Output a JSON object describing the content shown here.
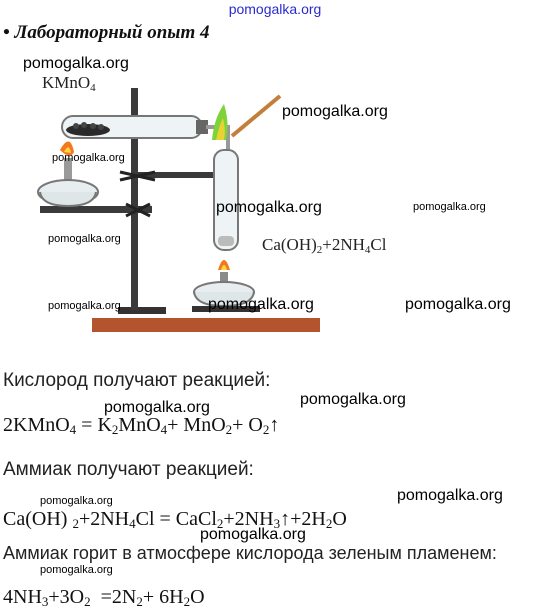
{
  "watermark_top": "pomogalka.org",
  "title": "• Лабораторный опыт 4",
  "watermark": "pomogalka.org",
  "figure": {
    "label_kmno4": {
      "k": "KMnO",
      "n": "4"
    },
    "label_reagents": {
      "a": "Ca(OH)",
      "a_sub": "2",
      "b": "+2NH",
      "b_sub": "4",
      "c": "Cl"
    }
  },
  "oxygen": {
    "heading": "Кислород получают реакцией:",
    "eq": {
      "p1": "2KMnO",
      "s1": "4",
      "p2": " = K",
      "s2": "2",
      "p3": "MnO",
      "s3": "4",
      "p4": "+ MnO",
      "s4": "2",
      "p5": "+ O",
      "s5": "2",
      "p6": "↑"
    }
  },
  "ammonia": {
    "heading": "Аммиак получают реакцией:",
    "eq": {
      "p1": "Ca(OH) ",
      "s1": "2",
      "p2": "+2NH",
      "s2": "4",
      "p3": "Cl = CaCl",
      "s3": "2",
      "p4": "+2NH",
      "s4": "3",
      "p5": "↑+2H",
      "s5": "2",
      "p6": "O"
    }
  },
  "burning": {
    "text": "Аммиак горит в атмосфере кислорода зеленым пламенем:",
    "eq": {
      "p1": "4NH",
      "s1": "3",
      "p2": "+3O",
      "s2": "2",
      "p3": "  =2N",
      "s3": "2",
      "p4": "+ 6H",
      "s4": "2",
      "p5": "O"
    }
  }
}
